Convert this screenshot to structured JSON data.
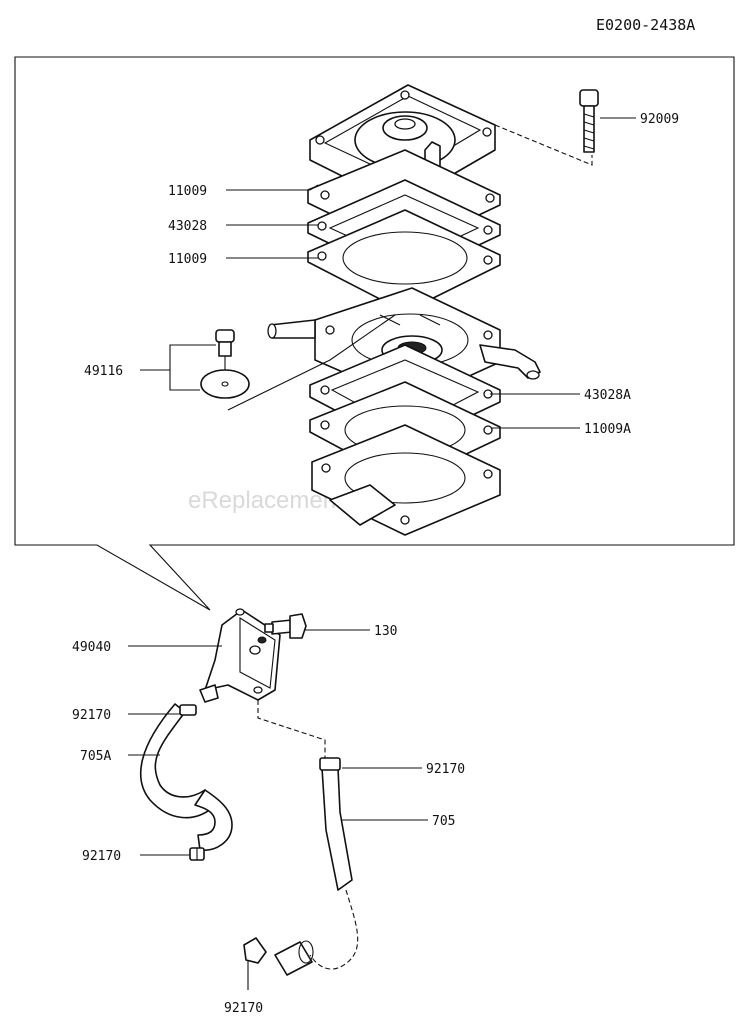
{
  "diagram_code": "E0200-2438A",
  "watermark": "eReplacementParts.com",
  "labels": {
    "p92009": "92009",
    "p11009_top": "11009",
    "p43028": "43028",
    "p11009_mid": "11009",
    "p49116": "49116",
    "p43028A": "43028A",
    "p11009A": "11009A",
    "p130": "130",
    "p49040": "49040",
    "p92170_a": "92170",
    "p705A": "705A",
    "p92170_b": "92170",
    "p92170_c": "92170",
    "p705": "705",
    "p92170_d": "92170"
  }
}
